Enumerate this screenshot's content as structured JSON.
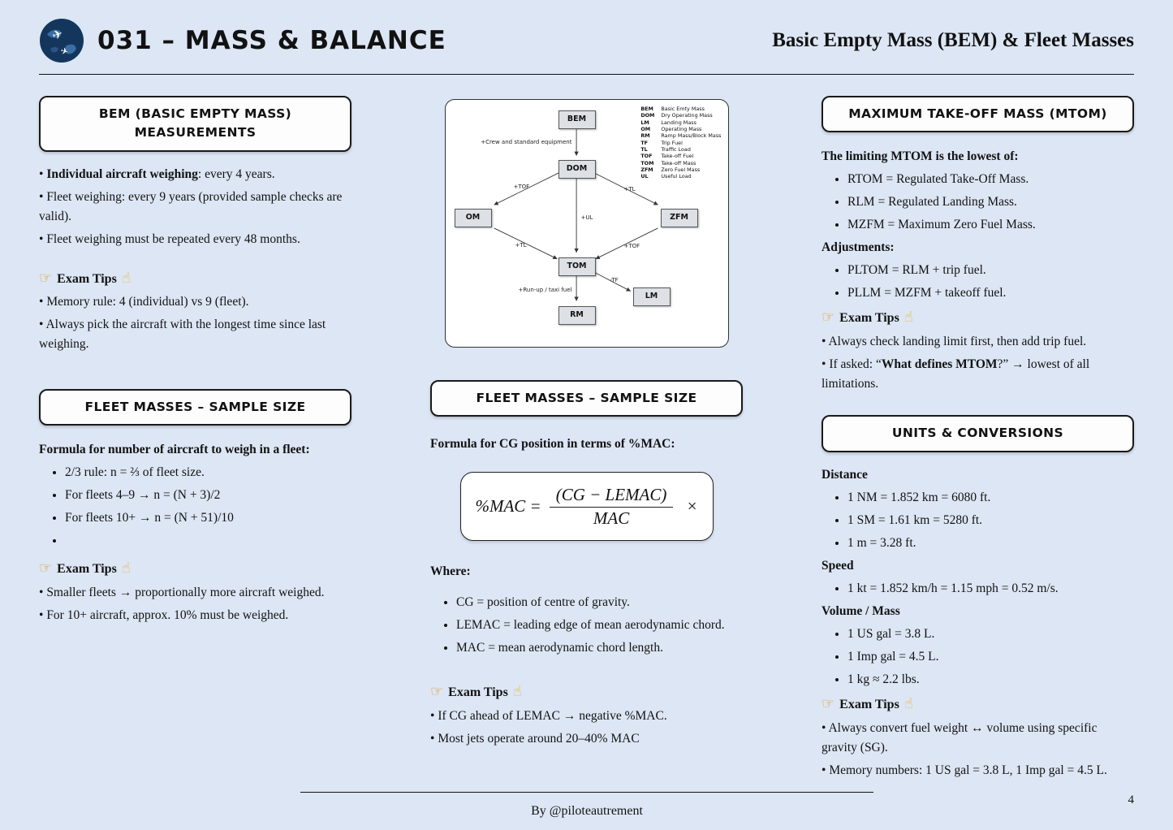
{
  "header": {
    "course_code": "031 – MASS & BALANCE",
    "page_title": "Basic Empty Mass (BEM) & Fleet Masses"
  },
  "exam_tips": {
    "icon_left": "☞",
    "label": "Exam Tips",
    "icon_right": "☝"
  },
  "col1": {
    "bem": {
      "title": "BEM (BASIC EMPTY MASS) MEASUREMENTS",
      "bullets": [
        {
          "b": "Individual aircraft weighing",
          "t": ": every 4 years."
        },
        {
          "b": "",
          "t": "Fleet weighing: every 9 years (provided sample checks are valid)."
        },
        {
          "b": "",
          "t": "Fleet weighing must be repeated every 48 months."
        }
      ],
      "tips": [
        "Memory rule: 4 (individual) vs 9 (fleet).",
        "Always pick the aircraft with the longest time since last weighing."
      ]
    },
    "fleet": {
      "title": "FLEET MASSES – SAMPLE SIZE",
      "lead": "Formula for number of aircraft to weigh in a fleet:",
      "items": [
        "2/3 rule: n = ⅔ of fleet size.",
        "For fleets 4–9 → n = (N + 3)/2",
        "For fleets 10+ → n = (N + 51)/10",
        ""
      ],
      "tips": [
        "Smaller fleets → proportionally more aircraft weighed.",
        "For 10+ aircraft, approx. 10% must be weighed."
      ]
    }
  },
  "col2": {
    "diagram": {
      "nodes": {
        "bem": "BEM",
        "dom": "DOM",
        "om": "OM",
        "zfm": "ZFM",
        "tom": "TOM",
        "lm": "LM",
        "rm": "RM"
      },
      "edge_labels": [
        "+Crew and standard equipment",
        "+TOF",
        "+TL",
        "+UL",
        "+TL",
        "+TOF",
        "-TF",
        "+Run-up / taxi fuel"
      ],
      "legend": [
        {
          "a": "BEM",
          "n": "Basic Emty Mass"
        },
        {
          "a": "DOM",
          "n": "Dry Operating Mass"
        },
        {
          "a": "LM",
          "n": "Landing Mass"
        },
        {
          "a": "OM",
          "n": "Operating Mass"
        },
        {
          "a": "RM",
          "n": "Ramp Mass/Block Mass"
        },
        {
          "a": "TF",
          "n": "Trip Fuel"
        },
        {
          "a": "TL",
          "n": "Traffic Load"
        },
        {
          "a": "TOF",
          "n": "Take-off Fuel"
        },
        {
          "a": "TOM",
          "n": "Take-off Mass"
        },
        {
          "a": "ZFM",
          "n": "Zero Fuel Mass"
        },
        {
          "a": "UL",
          "n": "Useful Load"
        }
      ]
    },
    "mac": {
      "title": "FLEET MASSES – SAMPLE SIZE",
      "lead": "Formula for CG position in terms of %MAC:",
      "formula": {
        "lhs": "%MAC =",
        "numerator": "(CG − LEMAC)",
        "denominator": "MAC",
        "times": "×"
      },
      "where_label": "Where:",
      "items": [
        "CG = position of centre of gravity.",
        "LEMAC = leading edge of mean aerodynamic chord.",
        "MAC = mean aerodynamic chord length."
      ],
      "tips": [
        "If CG ahead of LEMAC → negative %MAC.",
        "Most jets operate around 20–40% MAC"
      ]
    }
  },
  "col3": {
    "mtom": {
      "title": "MAXIMUM TAKE-OFF MASS (MTOM)",
      "lead": "The limiting MTOM is the lowest of:",
      "limits": [
        "RTOM = Regulated Take-Off Mass.",
        "RLM = Regulated Landing Mass.",
        "MZFM = Maximum Zero Fuel Mass."
      ],
      "adjustments_label": "Adjustments:",
      "adjustments": [
        "PLTOM = RLM + trip fuel.",
        "PLLM = MZFM + takeoff fuel."
      ],
      "tip_plain": "Always check landing limit first, then add trip fuel.",
      "tip_rich": {
        "t1": "If asked: “",
        "b": "What defines MTOM",
        "t2": "?” → lowest of all limitations."
      }
    },
    "units": {
      "title": "UNITS & CONVERSIONS",
      "distance_label": "Distance",
      "distance": [
        "1 NM = 1.852 km = 6080 ft.",
        "1 SM = 1.61 km = 5280 ft.",
        "1 m = 3.28 ft."
      ],
      "speed_label": "Speed",
      "speed": [
        "1 kt = 1.852 km/h = 1.15 mph = 0.52 m/s."
      ],
      "volume_label": "Volume / Mass",
      "volume": [
        "1 US gal = 3.8 L.",
        "1 Imp gal = 4.5 L.",
        "1 kg ≈ 2.2 lbs."
      ],
      "tips": [
        "Always convert fuel weight ↔ volume using specific gravity (SG).",
        "Memory numbers: 1 US gal = 3.8 L, 1 Imp gal = 4.5 L."
      ]
    }
  },
  "footer": {
    "credit": "By @piloteautrement",
    "page_number": "4"
  }
}
